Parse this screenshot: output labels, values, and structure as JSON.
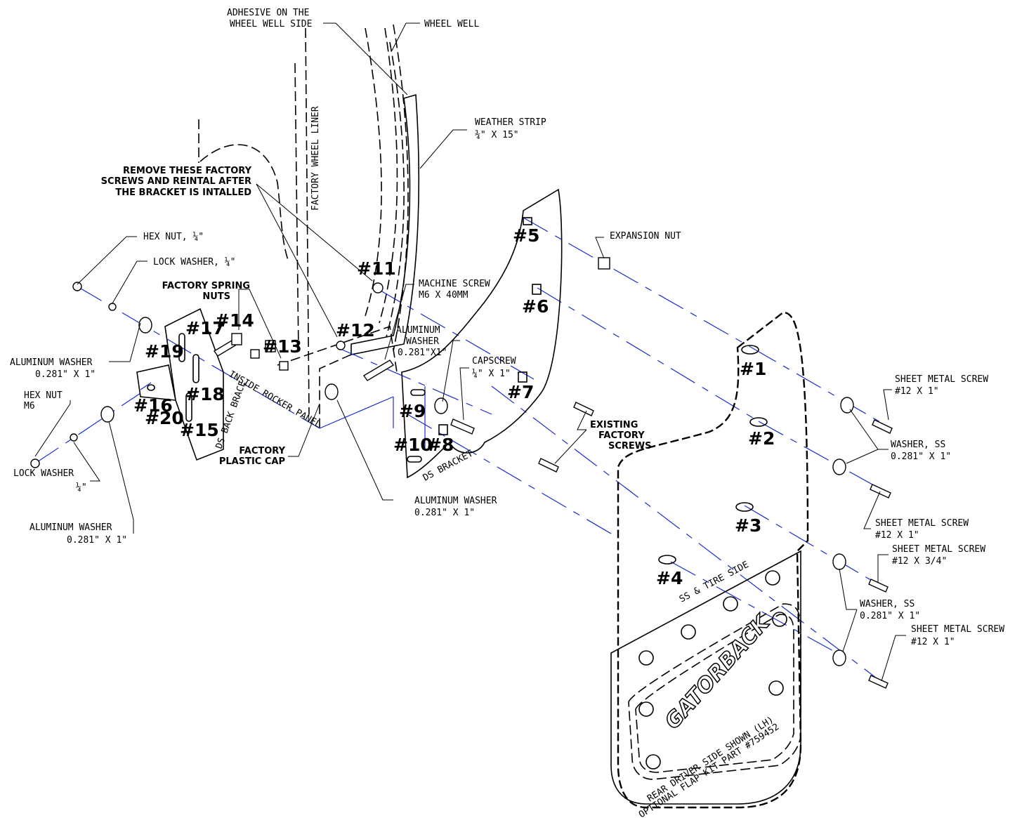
{
  "labels": {
    "adhesive": [
      "ADHESIVE ON THE",
      "WHEEL WELL SIDE"
    ],
    "wheel_well": "WHEEL WELL",
    "weather_strip": [
      "WEATHER STRIP",
      "¾\" X 15\""
    ],
    "remove_screws": [
      "REMOVE THESE FACTORY",
      "SCREWS AND REINTAL AFTER",
      "THE BRACKET IS INTALLED"
    ],
    "factory_wheel_liner": "FACTORY WHEEL LINER",
    "hex_nut_14": "HEX NUT, ¼\"",
    "lock_washer_14": "LOCK WASHER, ¼\"",
    "factory_spring_nuts": [
      "FACTORY SPRING",
      "NUTS"
    ],
    "expansion_nut": "EXPANSION NUT",
    "machine_screw": [
      "MACHINE SCREW",
      "M6 X 40MM"
    ],
    "aluminum_washer_mid": [
      "ALUMINUM",
      "WASHER",
      "0.281\"X1\""
    ],
    "capscrew": [
      "CAPSCREW",
      "¼\" X 1\""
    ],
    "aluminum_washer_left": [
      "ALUMINUM WASHER",
      "0.281\" X 1\""
    ],
    "hex_nut_m6": [
      "HEX NUT",
      "M6"
    ],
    "lock_washer_left": [
      "LOCK WASHER",
      "¼\""
    ],
    "aluminum_washer_bottom": [
      "ALUMINUM WASHER",
      "0.281\" X 1\""
    ],
    "factory_plastic_cap": [
      "FACTORY",
      "PLASTIC CAP"
    ],
    "aluminum_washer_center": [
      "ALUMINUM WASHER",
      "0.281\" X 1\""
    ],
    "existing_factory_screws": [
      "EXISTING",
      "FACTORY",
      "SCREWS"
    ],
    "inside_rocker_panel": "INSIDE ROCKER PANEL",
    "ds_back_brace": "DS BACK BRACE",
    "ds_bracket": "DS BRACKET",
    "sheet_metal_screw_1": [
      "SHEET METAL SCREW",
      "#12 X 1\""
    ],
    "washer_ss_1": [
      "WASHER, SS",
      "0.281\" X 1\""
    ],
    "sheet_metal_screw_2": [
      "SHEET METAL SCREW",
      "#12 X 1\""
    ],
    "sheet_metal_screw_3": [
      "SHEET METAL SCREW",
      "#12 X 3/4\""
    ],
    "washer_ss_2": [
      "WASHER, SS",
      "0.281\" X 1\""
    ],
    "sheet_metal_screw_4": [
      "SHEET METAL SCREW",
      "#12 X 1\""
    ],
    "ss_tire_side": "SS & TIRE SIDE",
    "brand": "GATORBACK",
    "flap_note": [
      "REAR DRIVER SIDE SHOWN (LH)",
      "OPTIONAL FLAP KIT PART #759452"
    ]
  },
  "hole_numbers": [
    "#1",
    "#2",
    "#3",
    "#4",
    "#5",
    "#6",
    "#7",
    "#8",
    "#9",
    "#10",
    "#11",
    "#12",
    "#13",
    "#14",
    "#15",
    "#16",
    "#17",
    "#18",
    "#19",
    "#20"
  ],
  "colors": {
    "line": "#000000",
    "centerline": "#1a2bd0",
    "background": "#ffffff"
  }
}
